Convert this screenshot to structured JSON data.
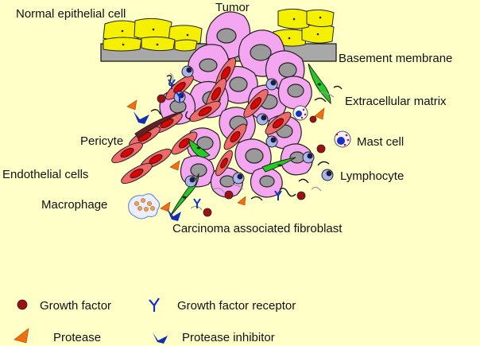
{
  "labels": {
    "normal_epithelial_cell": "Normal epithelial cell",
    "tumor": "Tumor",
    "basement_membrane": "Basement membrane",
    "extracellular_matrix": "Extracellular matrix",
    "pericyte": "Pericyte",
    "mast_cell": "Mast cell",
    "endothelial_cells": "Endothelial cells",
    "lymphocyte": "Lymphocyte",
    "macrophage": "Macrophage",
    "carcinoma_associated_fibroblast": "Carcinoma associated fibroblast"
  },
  "legend": {
    "growth_factor": "Growth factor",
    "growth_factor_receptor": "Growth factor receptor",
    "protease": "Protease",
    "protease_inhibitor": "Protease inhibitor"
  },
  "colors": {
    "background": "#ffffc8",
    "epithelial": "#f5f000",
    "basement": "#a8a8a8",
    "tumor_cell": "#f4a6f0",
    "tumor_nucleus": "#9a9a9a",
    "endothelial": "#f06a6a",
    "endothelial_nucleus": "#e00000",
    "fibroblast": "#22cc22",
    "lymphocyte": "#a8b4f0",
    "lymphocyte_nucleus": "#1a1a50",
    "growth_factor": "#a01010",
    "receptor": "#1030d0",
    "protease": "#f07010",
    "inhibitor": "#1030b0"
  }
}
